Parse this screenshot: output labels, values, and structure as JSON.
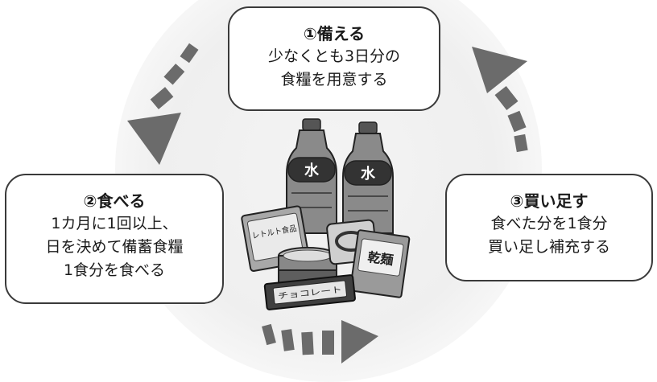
{
  "steps": [
    {
      "title": "①備える",
      "lines": [
        "少なくとも3日分の",
        "食糧を用意する"
      ]
    },
    {
      "title": "②食べる",
      "lines": [
        "1カ月に1回以上、",
        "日を決めて備蓄食糧",
        "1食分を食べる"
      ]
    },
    {
      "title": "③買い足す",
      "lines": [
        "食べた分を1食分",
        "買い足し補充する"
      ]
    }
  ],
  "illustration": {
    "bottle_label": "水",
    "retort_label": "レトルト食品",
    "noodle_label": "乾麺",
    "chocolate_label": "チョコレート"
  },
  "colors": {
    "arrow": "#6b6b6b",
    "border": "#3a3a3a",
    "glow": "#efefef"
  }
}
